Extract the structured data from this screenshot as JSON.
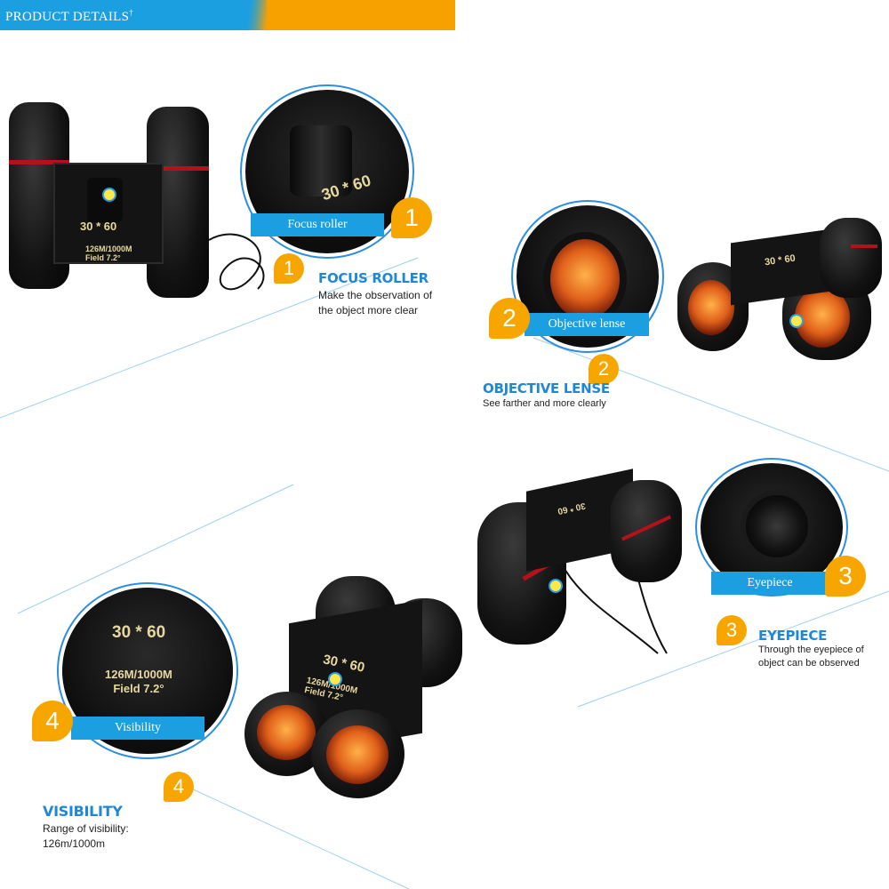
{
  "header": {
    "title": "PRODUCT DETAILS",
    "mark": "†"
  },
  "features": [
    {
      "number": "1",
      "title": "FOCUS ROLLER",
      "desc_line1": "Make the observation of",
      "desc_line2": "the object more clear",
      "label": "Focus roller"
    },
    {
      "number": "2",
      "title": "OBJECTIVE LENSE",
      "desc_line1": "See farther and more clearly",
      "label": "Objective lense"
    },
    {
      "number": "3",
      "title": "EYEPIECE",
      "desc_line1": "Through the eyepiece of",
      "desc_line2": "object can be observed",
      "label": "Eyepiece"
    },
    {
      "number": "4",
      "title": "VISIBILITY",
      "desc_line1": "Range of visibility:",
      "desc_line2": "126m/1000m",
      "label": "Visibility"
    }
  ],
  "product_print": {
    "spec": "30 * 60",
    "range": "126M/1000M",
    "field": "Field 7.2°"
  },
  "colors": {
    "accent_blue": "#1b9fe0",
    "accent_orange": "#f7a600",
    "marker_yellow": "#ffe84a"
  }
}
